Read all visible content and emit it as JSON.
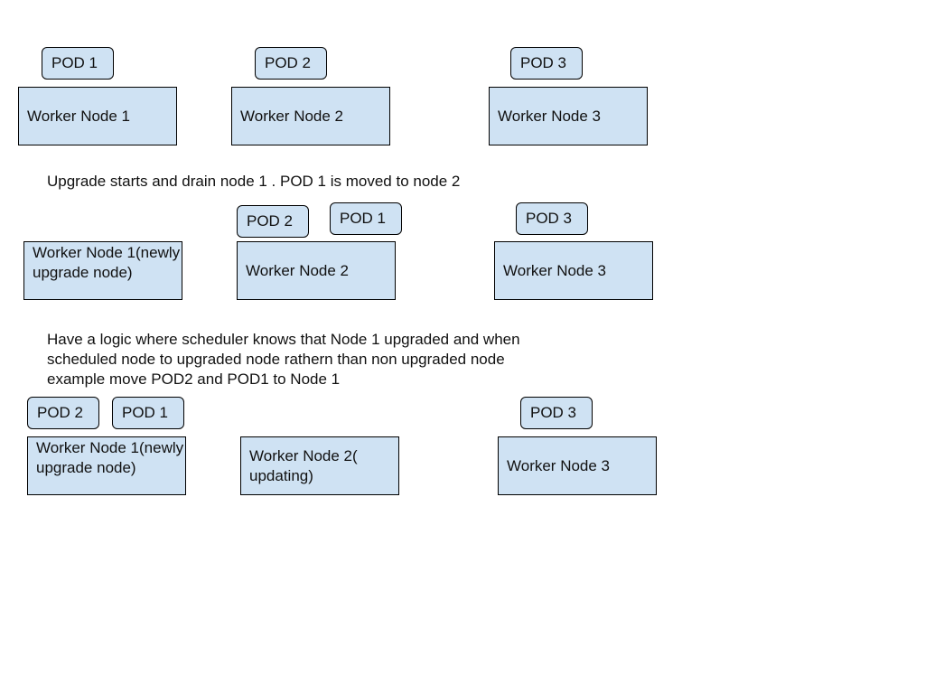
{
  "row1": {
    "pods": [
      "POD 1",
      "POD 2",
      "POD 3"
    ],
    "nodes": [
      "Worker Node 1",
      "Worker Node 2",
      "Worker Node 3"
    ]
  },
  "caption1": "Upgrade starts and drain node 1 . POD 1 is moved to node 2",
  "row2": {
    "pods": [
      "POD 2",
      "POD 1",
      "POD 3"
    ],
    "nodes": [
      "Worker Node 1(newly upgrade node)",
      "Worker Node 2",
      "Worker Node 3"
    ]
  },
  "caption2": "Have a logic where scheduler knows that Node 1 upgraded and when\nscheduled node to upgraded node rathern than non upgraded node\nexample move POD2 and POD1 to Node 1",
  "row3": {
    "pods": [
      "POD 2",
      "POD 1",
      "POD 3"
    ],
    "nodes": [
      "Worker Node 1(newly upgrade node)",
      "Worker Node 2( updating)",
      "Worker Node 3"
    ]
  }
}
